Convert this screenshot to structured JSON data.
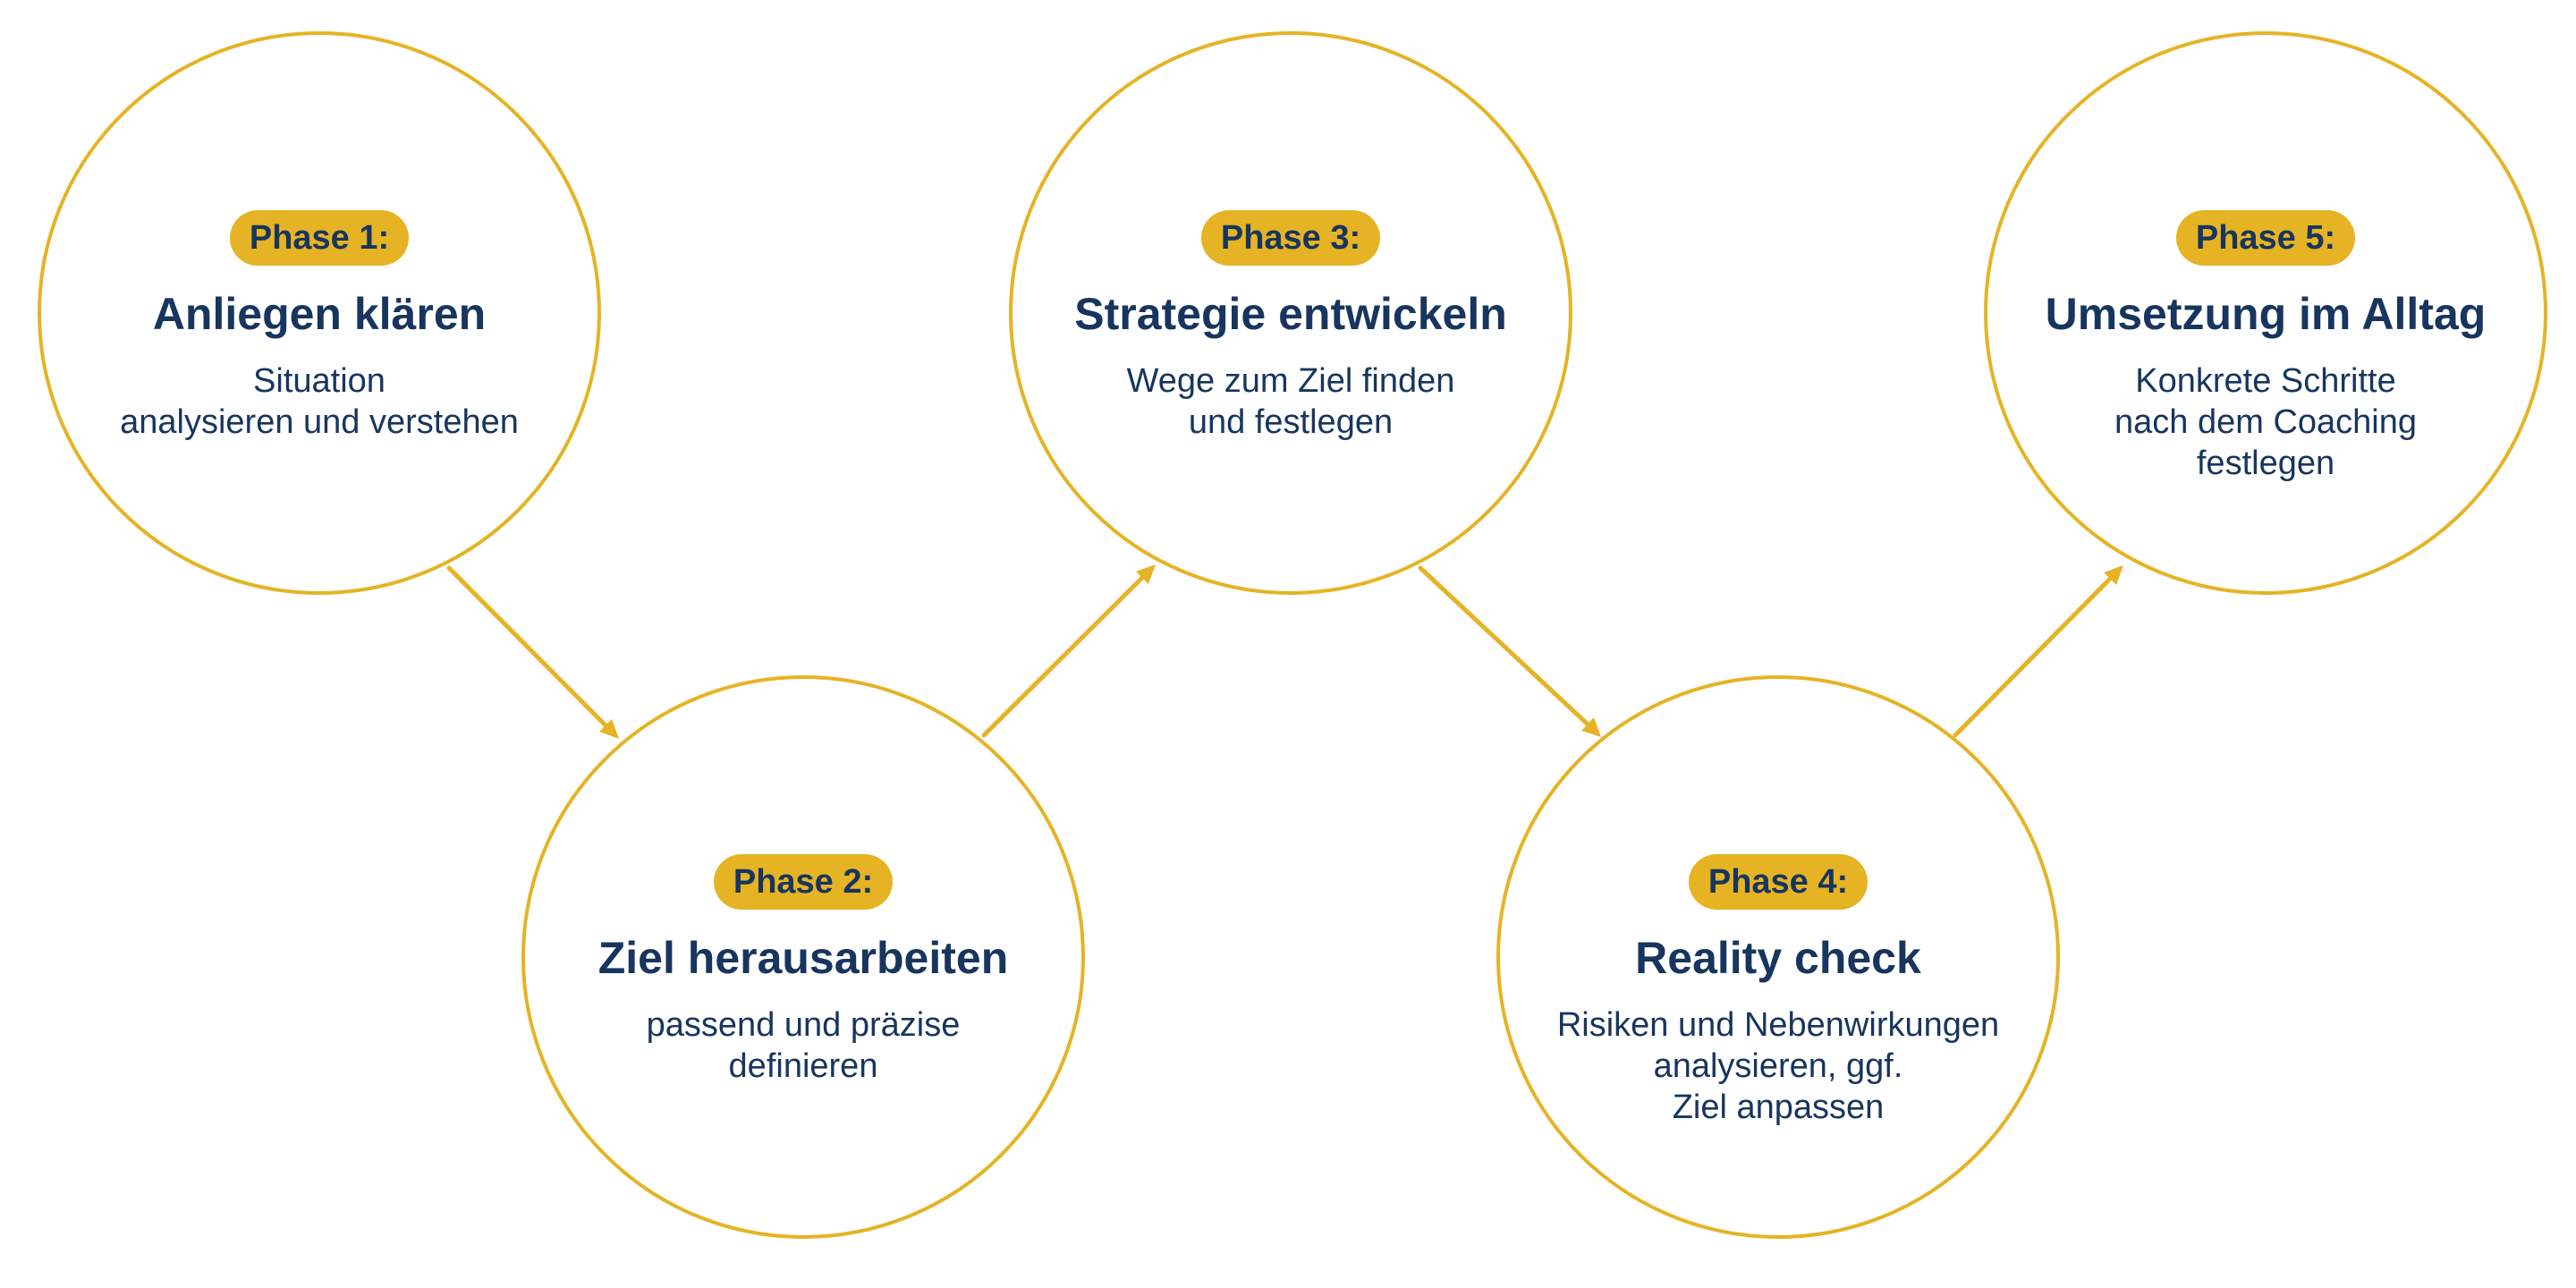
{
  "accent_color": "#E5B324",
  "text_color": "#17355E",
  "phases": [
    {
      "badge": "Phase 1:",
      "title": "Anliegen klären",
      "lines": [
        "Situation",
        "analysieren und verstehen"
      ]
    },
    {
      "badge": "Phase 2:",
      "title": "Ziel herausarbeiten",
      "lines": [
        "passend und präzise",
        "definieren"
      ]
    },
    {
      "badge": "Phase 3:",
      "title": "Strategie entwickeln",
      "lines": [
        "Wege zum Ziel finden",
        "und festlegen"
      ]
    },
    {
      "badge": "Phase 4:",
      "title": "Reality check",
      "lines": [
        "Risiken und Nebenwirkungen",
        "analysieren, ggf.",
        "Ziel anpassen"
      ]
    },
    {
      "badge": "Phase 5:",
      "title": "Umsetzung im Alltag",
      "lines": [
        "Konkrete Schritte",
        "nach dem Coaching",
        "festlegen"
      ]
    }
  ],
  "connections": [
    {
      "from": "Phase 1",
      "to": "Phase 2",
      "icon": "arrow-icon"
    },
    {
      "from": "Phase 2",
      "to": "Phase 3",
      "icon": "arrow-icon"
    },
    {
      "from": "Phase 3",
      "to": "Phase 4",
      "icon": "arrow-icon"
    },
    {
      "from": "Phase 4",
      "to": "Phase 5",
      "icon": "arrow-icon"
    }
  ]
}
